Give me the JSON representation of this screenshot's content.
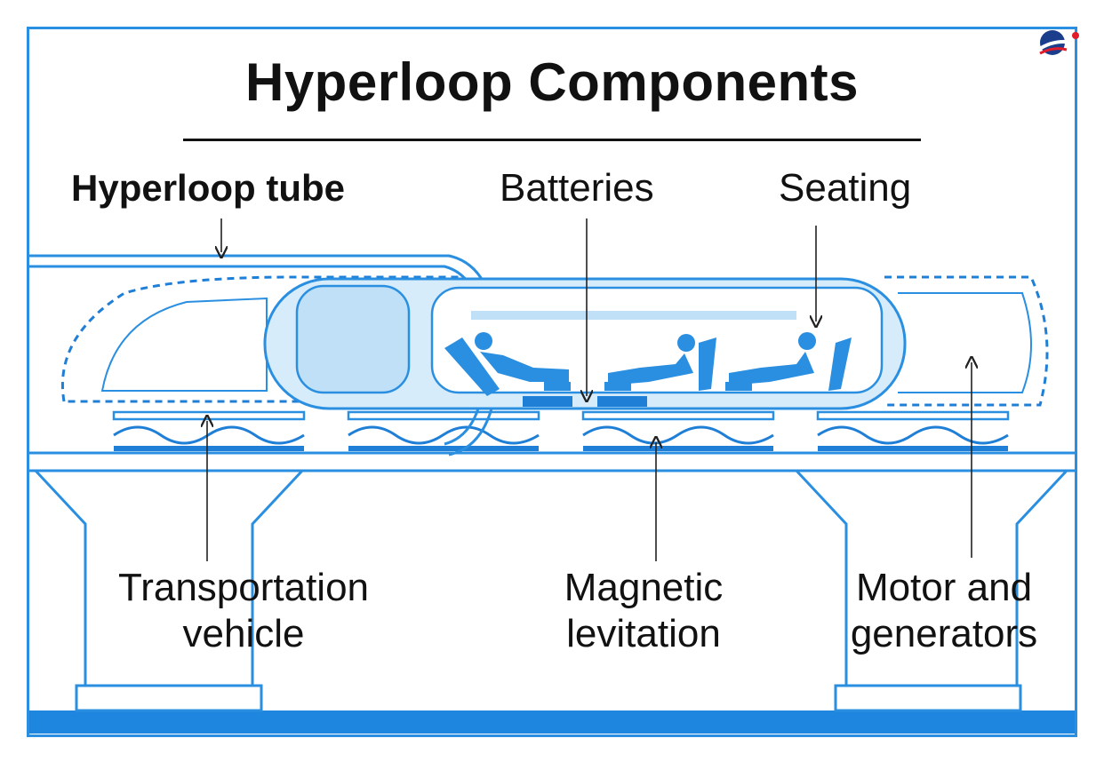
{
  "title": "Hyperloop Components",
  "labels": {
    "tube": "Hyperloop tube",
    "batteries": "Batteries",
    "seating": "Seating",
    "vehicle_line1": "Transportation",
    "vehicle_line2": "vehicle",
    "maglev_line1": "Magnetic",
    "maglev_line2": "levitation",
    "motor_line1": "Motor and",
    "motor_line2": "generators"
  },
  "colors": {
    "line": "#2a8fe0",
    "fill_light": "#d7ecfb",
    "fill_mid": "#7fc0ef",
    "fill_dark": "#1f7fd6",
    "text": "#111111"
  },
  "icons": [
    "logo-icon",
    "arrow-icon",
    "seated-passenger-icon",
    "magnet-coil-icon"
  ]
}
